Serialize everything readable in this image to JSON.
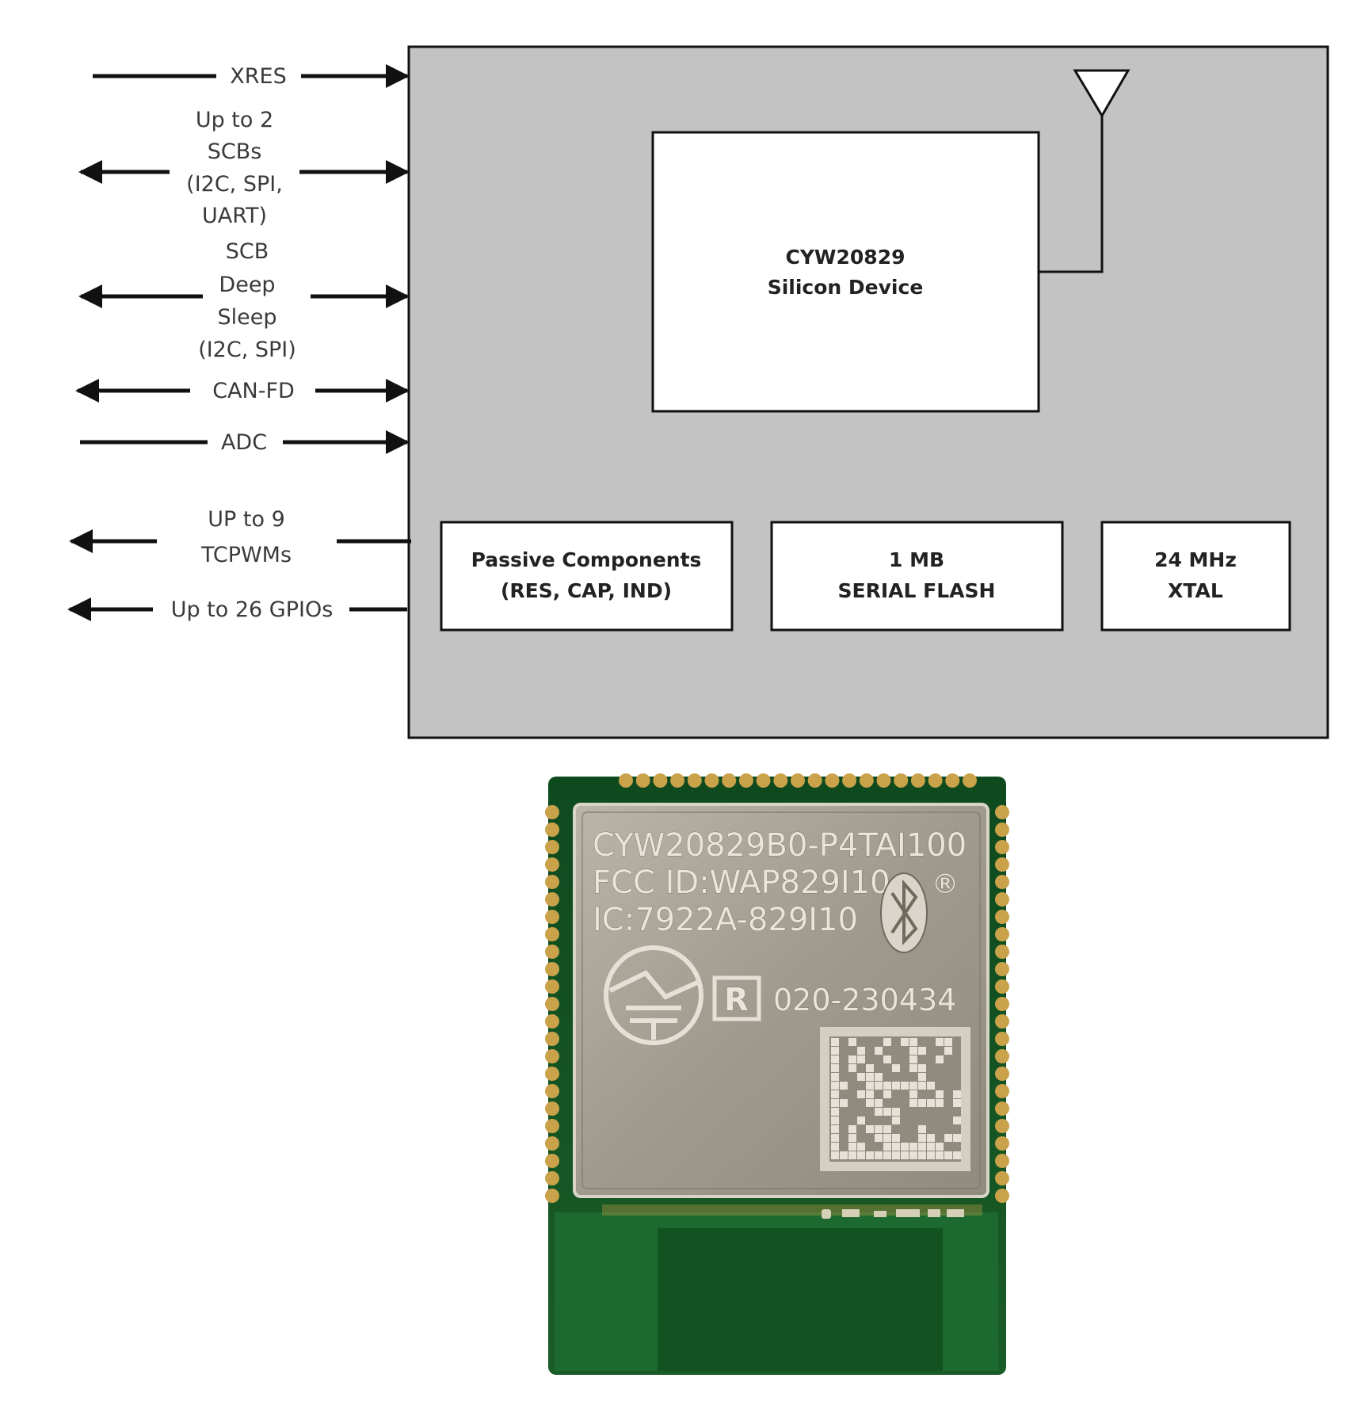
{
  "colors": {
    "module_fill": "#c3c3c3",
    "block_fill": "#ffffff",
    "line": "#111111",
    "pcb_green": "#0f4a1f",
    "pcb_green_light": "#1f6b30",
    "shield_metal": "#a7a396",
    "pad_gold": "#c9a24a"
  },
  "signals": [
    {
      "lines": [
        "XRES"
      ],
      "direction": "in"
    },
    {
      "lines": [
        "Up to 2",
        "SCBs",
        "(I2C, SPI,",
        "UART)"
      ],
      "direction": "bidirectional"
    },
    {
      "lines": [
        "SCB",
        "Deep",
        "Sleep",
        "(I2C, SPI)"
      ],
      "direction": "bidirectional"
    },
    {
      "lines": [
        "CAN-FD"
      ],
      "direction": "bidirectional"
    },
    {
      "lines": [
        "ADC"
      ],
      "direction": "in"
    },
    {
      "lines": [
        "UP to 9",
        "TCPWMs"
      ],
      "direction": "out"
    },
    {
      "lines": [
        "Up to 26 GPIOs"
      ],
      "direction": "out"
    }
  ],
  "blocks": {
    "silicon": [
      "CYW20829",
      "Silicon Device"
    ],
    "passive": [
      "Passive Components",
      "(RES, CAP, IND)"
    ],
    "flash": [
      "1 MB",
      "SERIAL FLASH"
    ],
    "xtal": [
      "24 MHz",
      "XTAL"
    ]
  },
  "photo": {
    "part_number": "CYW20829B0-P4TAI100",
    "fcc_id": "FCC ID:WAP829I10",
    "ic": "IC:7922A-829I10",
    "registration": "020-230434",
    "registered_mark": "®",
    "r_box": "R",
    "icons": [
      "bluetooth-logo",
      "giteki-mark",
      "datamatrix-code"
    ]
  }
}
